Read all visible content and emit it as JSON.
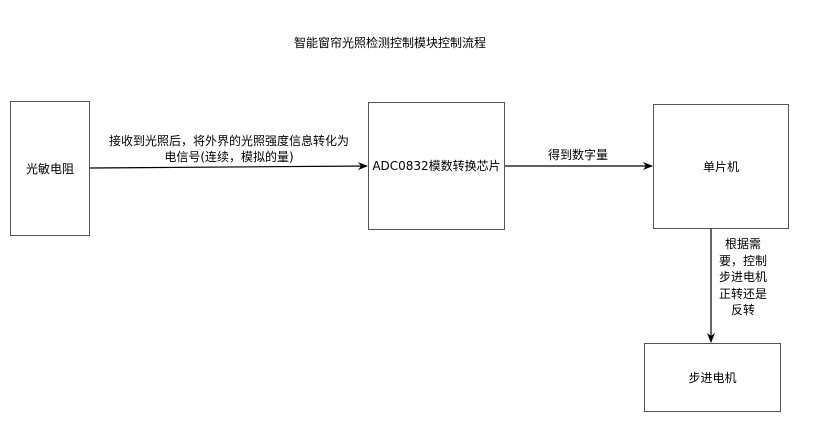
{
  "diagram": {
    "title": "智能窗帘光照检测控制模块控制流程",
    "nodes": [
      {
        "id": "photoresistor",
        "label": "光敏电阻"
      },
      {
        "id": "adc",
        "label": "ADC0832模数转换芯片"
      },
      {
        "id": "mcu",
        "label": "单片机"
      },
      {
        "id": "motor",
        "label": "步进电机"
      }
    ],
    "edges": [
      {
        "from": "photoresistor",
        "to": "adc",
        "label": "接收到光照后，将外界的光照强度信息转化为电信号(连续，模拟的量)"
      },
      {
        "from": "adc",
        "to": "mcu",
        "label": "得到数字量"
      },
      {
        "from": "mcu",
        "to": "motor",
        "label": "根据需要，控制步进电机正转还是反转"
      }
    ],
    "colors": {
      "background": "#ffffff",
      "node_border": "#555555",
      "edge": "#000000",
      "text": "#000000"
    }
  }
}
